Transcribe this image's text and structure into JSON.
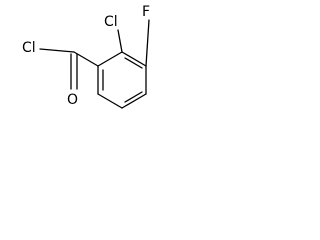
{
  "molecule": {
    "atoms": {
      "chlorine_ring": "Cl",
      "fluorine": "F",
      "chlorine_acyl": "Cl",
      "oxygen": "O"
    }
  }
}
